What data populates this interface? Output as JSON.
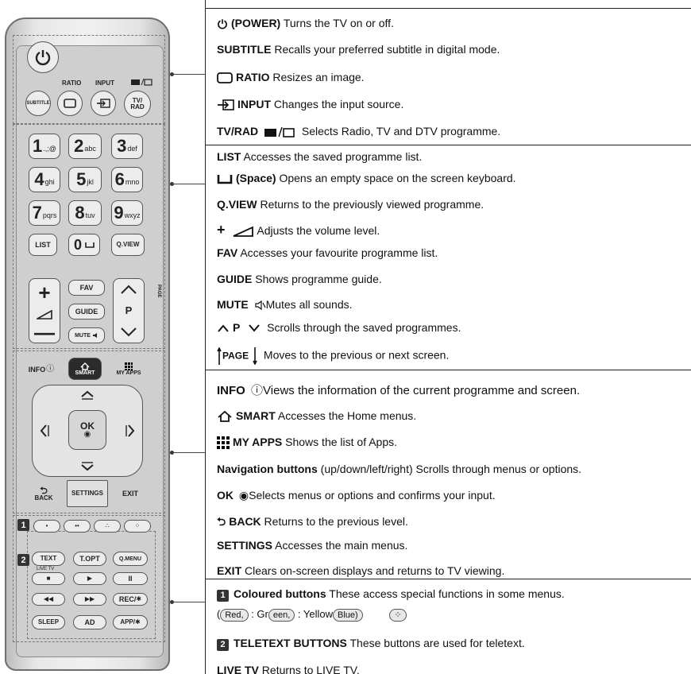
{
  "remote": {
    "ratio_label": "RATIO",
    "input_label": "INPUT",
    "subtitle_btn": "SUBTITLE",
    "tvrad_btn_1": "TV/",
    "tvrad_btn_2": "RAD",
    "keys": [
      {
        "n": "1",
        "s": ".,;@"
      },
      {
        "n": "2",
        "s": "abc"
      },
      {
        "n": "3",
        "s": "def"
      },
      {
        "n": "4",
        "s": "ghi"
      },
      {
        "n": "5",
        "s": "jkl"
      },
      {
        "n": "6",
        "s": "mno"
      },
      {
        "n": "7",
        "s": "pqrs"
      },
      {
        "n": "8",
        "s": "tuv"
      },
      {
        "n": "9",
        "s": "wxyz"
      }
    ],
    "list_btn": "LIST",
    "zero_btn": "0",
    "qview_btn": "Q.VIEW",
    "fav_btn": "FAV",
    "guide_btn": "GUIDE",
    "mute_btn": "MUTE",
    "p_label": "P",
    "page_label": "PAGE",
    "info_btn": "INFO",
    "smart_btn": "SMART",
    "myapps_btn": "MY APPS",
    "ok_btn": "OK",
    "back_btn": "BACK",
    "settings_btn": "SETTINGS",
    "exit_btn": "EXIT",
    "badge_1": "1",
    "badge_2": "2",
    "text_btn": "TEXT",
    "topt_btn": "T.OPT",
    "qmenu_btn": "Q.MENU",
    "livetv_small": "LIVE TV",
    "rec_btn": "REC/",
    "sleep_btn": "SLEEP",
    "ad_btn": "AD",
    "app_btn": "APP/"
  },
  "descriptions": {
    "power": {
      "key": "(POWER)",
      "text": " Turns the TV on or off."
    },
    "subtitle": {
      "key": "SUBTITLE",
      "text": " Recalls your preferred subtitle in digital mode."
    },
    "ratio": {
      "key": "RATIO",
      "text": " Resizes an image."
    },
    "input": {
      "key": "INPUT",
      "text": " Changes the input source."
    },
    "tvrad": {
      "key": "TV/RAD",
      "text": " Selects Radio, TV and DTV programme."
    },
    "list": {
      "key": "LIST",
      "text": " Accesses the saved programme list."
    },
    "space": {
      "key": "(Space)",
      "text": " Opens an empty space on the screen keyboard."
    },
    "qview": {
      "key": "Q.VIEW",
      "text": " Returns to the previously viewed programme."
    },
    "volume": {
      "text": "Adjusts the volume level."
    },
    "fav": {
      "key": "FAV",
      "text": " Accesses your favourite programme list."
    },
    "guide": {
      "key": "GUIDE",
      "text": " Shows programme guide."
    },
    "mute": {
      "key": "MUTE",
      "text": "Mutes all sounds."
    },
    "p": {
      "key": "P",
      "text": " Scrolls through the saved programmes."
    },
    "page": {
      "key": "PAGE",
      "text": " Moves to the previous or next screen."
    },
    "info": {
      "key": "INFO",
      "text": "Views the information of the current programme and screen."
    },
    "smart": {
      "key": "SMART",
      "text": " Accesses the Home menus."
    },
    "myapps": {
      "key": "MY APPS",
      "text": " Shows the list of Apps."
    },
    "nav": {
      "key": "Navigation buttons",
      "text": " (up/down/left/right) Scrolls through menus or options."
    },
    "ok": {
      "key": "OK",
      "text": "Selects menus or options and confirms your input."
    },
    "back": {
      "key": "BACK",
      "text": " Returns to the previous level."
    },
    "settings": {
      "key": "SETTINGS",
      "text": " Accesses the main menus."
    },
    "exit": {
      "key": "EXIT",
      "text": " Clears on-screen displays and returns to TV viewing."
    },
    "coloured": {
      "key": "Coloured buttons",
      "text": " These access special functions in some menus."
    },
    "colours": {
      "c1": "(",
      "red": "Red,",
      "c2": " : Gr",
      "green": "een,",
      "c3": " : Yellow",
      "blue": "Blue)"
    },
    "teletext": {
      "key": "TELETEXT BUTTONS",
      "text": " These buttons are used for teletext."
    },
    "livetv": {
      "key": "LIVE TV",
      "text": " Returns to LIVE TV."
    }
  }
}
